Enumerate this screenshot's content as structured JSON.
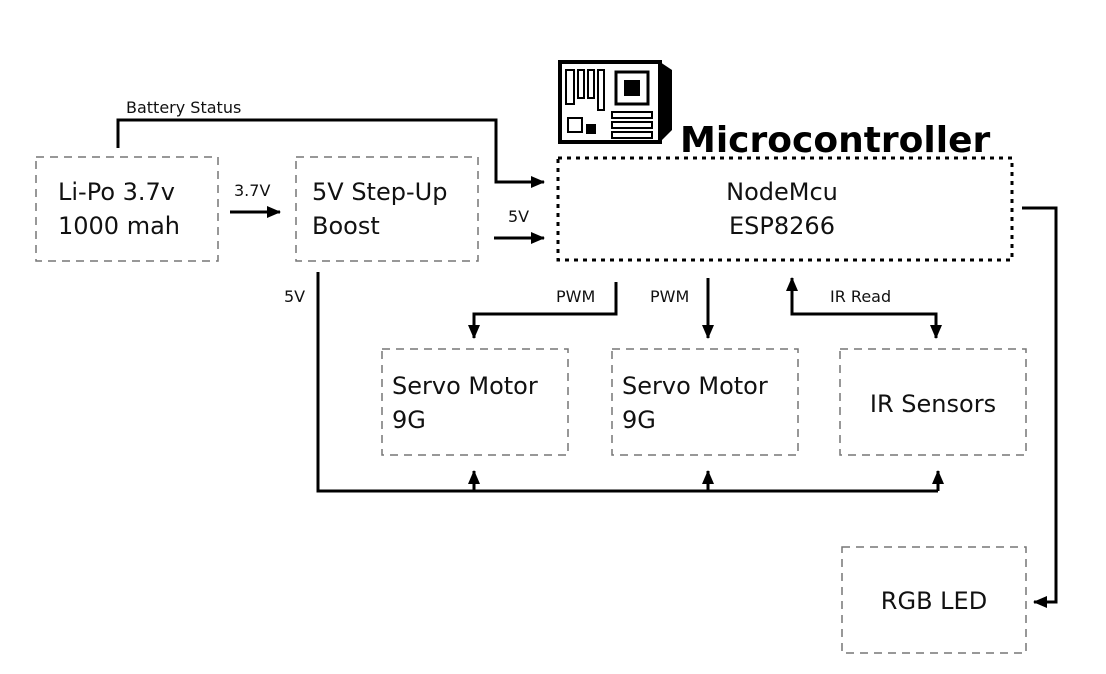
{
  "title": "Microcontroller",
  "blocks": {
    "battery": {
      "line1": "Li-Po 3.7v",
      "line2": "1000 mah"
    },
    "boost": {
      "line1": "5V Step-Up",
      "line2": "Boost"
    },
    "mcu": {
      "line1": "NodeMcu",
      "line2": "ESP8266"
    },
    "servo1": {
      "line1": "Servo Motor",
      "line2": "9G"
    },
    "servo2": {
      "line1": "Servo Motor",
      "line2": "9G"
    },
    "ir": {
      "line1": "IR Sensors"
    },
    "rgb": {
      "line1": "RGB LED"
    }
  },
  "labels": {
    "battery_status": "Battery Status",
    "v37": "3.7V",
    "v5_mcu": "5V",
    "v5_bus": "5V",
    "pwm1": "PWM",
    "pwm2": "PWM",
    "ir_read": "IR Read"
  },
  "icons": {
    "board": "motherboard-icon"
  }
}
